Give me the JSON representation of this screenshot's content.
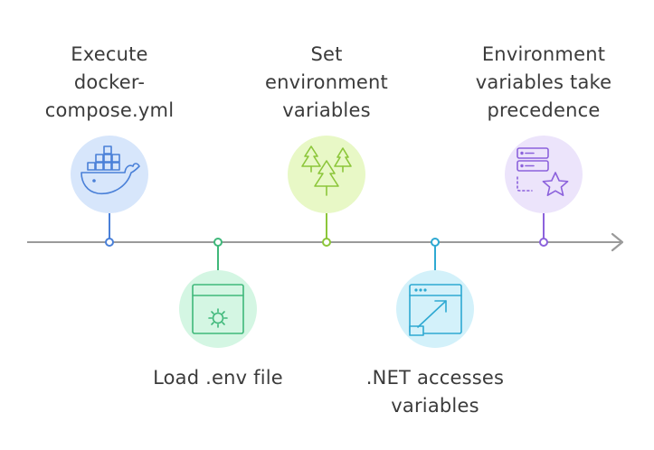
{
  "steps": [
    {
      "label": "Execute\ndocker-\ncompose.yml",
      "position": "above",
      "icon": "docker-whale-icon",
      "circle_fill": "#d7e6fb",
      "stroke": "#4a80d8"
    },
    {
      "label": "Load .env file",
      "position": "below",
      "icon": "app-window-gear-icon",
      "circle_fill": "#d4f6e3",
      "stroke": "#3fb87a"
    },
    {
      "label": "Set\nenvironment\nvariables",
      "position": "above",
      "icon": "pine-trees-icon",
      "circle_fill": "#e8f8c6",
      "stroke": "#8cc63a"
    },
    {
      "label": ".NET accesses\nvariables",
      "position": "below",
      "icon": "window-external-arrow-icon",
      "circle_fill": "#d3f1fa",
      "stroke": "#2ea9d2"
    },
    {
      "label": "Environment\nvariables take\nprecedence",
      "position": "above",
      "icon": "server-star-icon",
      "circle_fill": "#ece4fb",
      "stroke": "#8c62dc"
    }
  ],
  "timeline": {
    "color": "#9a9a9a"
  }
}
